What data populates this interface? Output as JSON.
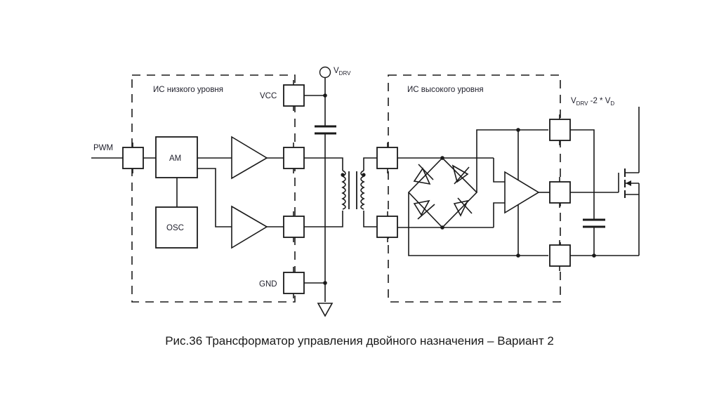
{
  "figure": {
    "caption": "Рис.36 Трансформатор управления двойного назначения – Вариант 2"
  },
  "diagram": {
    "low_side_ic": {
      "title": "ИС низкого уровня",
      "pins": {
        "vcc": "VCC",
        "gnd": "GND"
      },
      "blocks": {
        "am": "AM",
        "osc": "OSC"
      },
      "input_label": "PWM"
    },
    "high_side_ic": {
      "title": "ИС высокого уровня"
    },
    "supply": {
      "vdrv_main": "V",
      "vdrv_sub": "DRV"
    },
    "output_supply": {
      "v1": "V",
      "v1_sub": "DRV",
      "mid": " -2 * ",
      "v2": "V",
      "v2_sub": "D"
    }
  }
}
